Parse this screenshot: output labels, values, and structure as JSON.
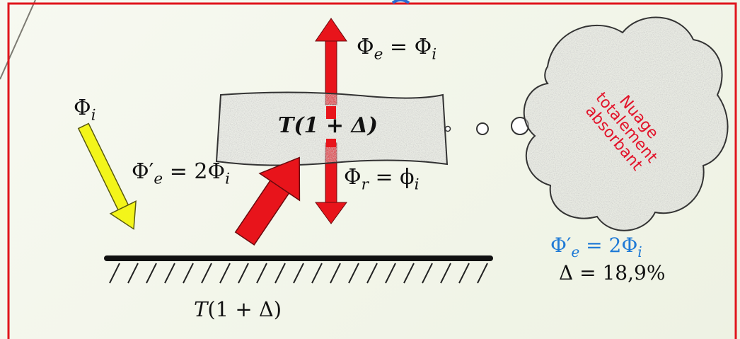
{
  "labels": {
    "phi_i": {
      "sym": "Φ",
      "sub": "i"
    },
    "phi_e": {
      "lhs": "Φ",
      "lhs_sub": "e",
      "eq": " = ",
      "rhs": "Φ",
      "rhs_sub": "i"
    },
    "phi_r": {
      "lhs": "Φ",
      "lhs_sub": "r",
      "eq": " = ",
      "rhs": "ϕ",
      "rhs_sub": "i"
    },
    "phi_prime_e": {
      "lhs": "Φ′",
      "lhs_sub": "e",
      "eq": " = 2",
      "rhs": "Φ",
      "rhs_sub": "i"
    },
    "slab": "T(1 + Δ)",
    "ground": {
      "t": "T",
      "rest": "(1 + Δ)"
    },
    "result": {
      "lhs": "Φ′",
      "lhs_sub": "e",
      "eq": " = 2",
      "rhs": "Φ",
      "rhs_sub": "i"
    },
    "delta": "Δ = 18,9%"
  },
  "cloud": {
    "lines": [
      "Nuage",
      "totalement",
      "absorbant"
    ]
  },
  "colors": {
    "frame": "#e0151c",
    "incident_arrow": "#f3f51a",
    "emission_arrows": "#e8141b",
    "result_text": "#1f7ad6",
    "cloud_text": "#e2132a",
    "slab": "#9b9b9b",
    "ground": "#111111"
  }
}
